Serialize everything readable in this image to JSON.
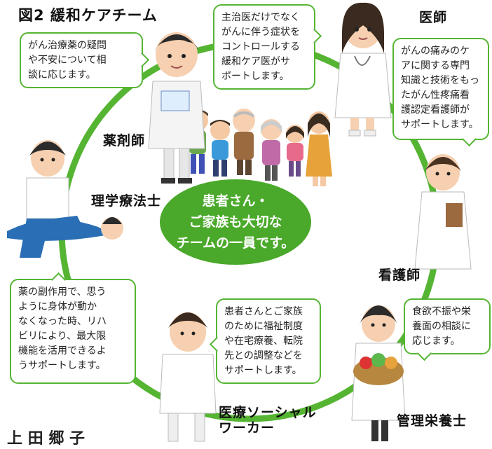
{
  "title": "図2 緩和ケアチーム",
  "center_text": "患者さん・\nご家族も大切な\nチームの一員です。",
  "roles": {
    "doctor": "医師",
    "pharmacist": "薬剤師",
    "physio": "理学療法士",
    "nurse": "看護師",
    "social_worker": "医療ソーシャル\nワーカー",
    "dietitian": "管理栄養士"
  },
  "bubbles": {
    "pharmacist": "がん治療薬の疑問\nや不安について相\n談に応じます。",
    "doctor": "主治医だけでなく\nがんに伴う症状を\nコントロールする\n緩和ケア医がサ\nポートします。",
    "nurse": "がんの痛みのケ\nアに関する専門\n知識と技術をもっ\nたがん性疼痛看\n護認定看護師が\nサポートします。",
    "physio": "薬の副作用で、思う\nように身体が動か\nなくなった時、リハ\nビリにより、最大限\n機能を活用できるよ\nうサポートします。",
    "social_worker": "患者さんとご家族\nのために福祉制度\nや在宅療養、転院\n先との調整などを\nサポートします。",
    "dietitian": "食欲不振や栄\n養面の相談に\n応じます。"
  },
  "footer_text": "上 田 郷 子",
  "colors": {
    "ring": "#55b533",
    "center": "#4aa92a",
    "bubble_border": "#55b533"
  },
  "illustrations": [
    "pharmacist-figure",
    "doctor-figure",
    "nurse-figure",
    "family-group",
    "physio-figure",
    "patient-figure",
    "social-worker-figure",
    "dietitian-figure"
  ]
}
